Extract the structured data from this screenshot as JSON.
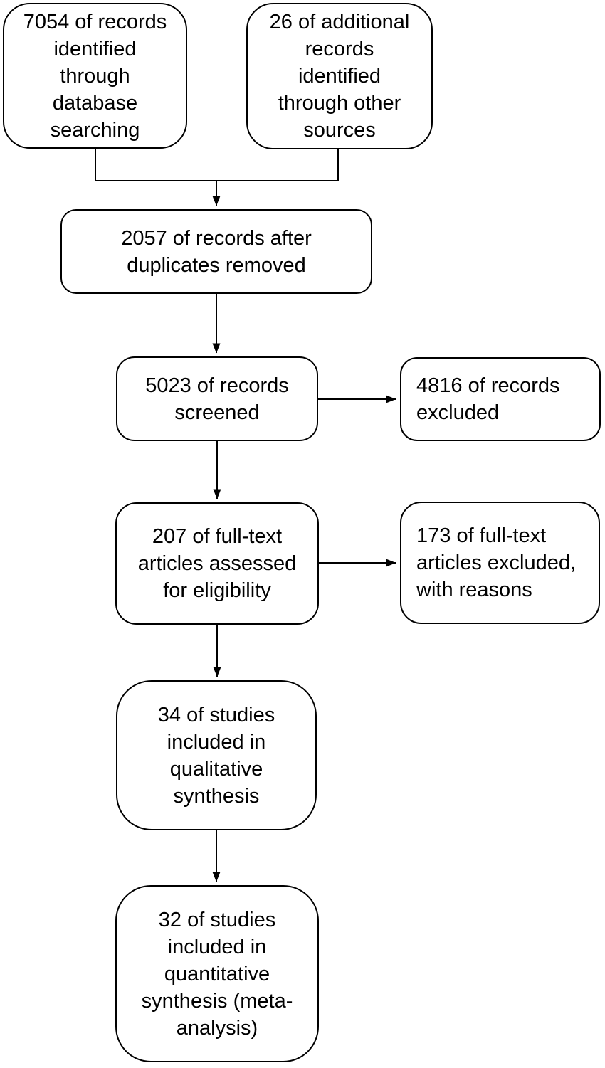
{
  "flowchart": {
    "colors": {
      "background": "#ffffff",
      "line": "#000000",
      "text": "#000000"
    },
    "nodes": [
      {
        "id": "records-identified-database",
        "count": "7054",
        "text": "7054 of records\nidentified\nthrough\ndatabase\nsearching"
      },
      {
        "id": "records-identified-other-sources",
        "count": "26",
        "text": "26 of additional\nrecords\nidentified\nthrough other\nsources"
      },
      {
        "id": "records-after-duplicates",
        "count": "2057",
        "text": "2057 of records after\nduplicates removed"
      },
      {
        "id": "records-screened",
        "count": "5023",
        "text": "5023 of records\nscreened"
      },
      {
        "id": "records-excluded",
        "count": "4816",
        "text": "4816 of records\nexcluded"
      },
      {
        "id": "fulltext-assessed",
        "count": "207",
        "text": "207 of full-text\narticles assessed\nfor eligibility"
      },
      {
        "id": "fulltext-excluded",
        "count": "173",
        "text": "173 of full-text\narticles excluded,\nwith reasons"
      },
      {
        "id": "qualitative-synthesis",
        "count": "34",
        "text": "34 of studies\nincluded in\nqualitative\nsynthesis"
      },
      {
        "id": "quantitative-synthesis",
        "count": "32",
        "text": "32 of studies\nincluded in\nquantitative\nsynthesis (meta-\nanalysis)"
      }
    ]
  }
}
